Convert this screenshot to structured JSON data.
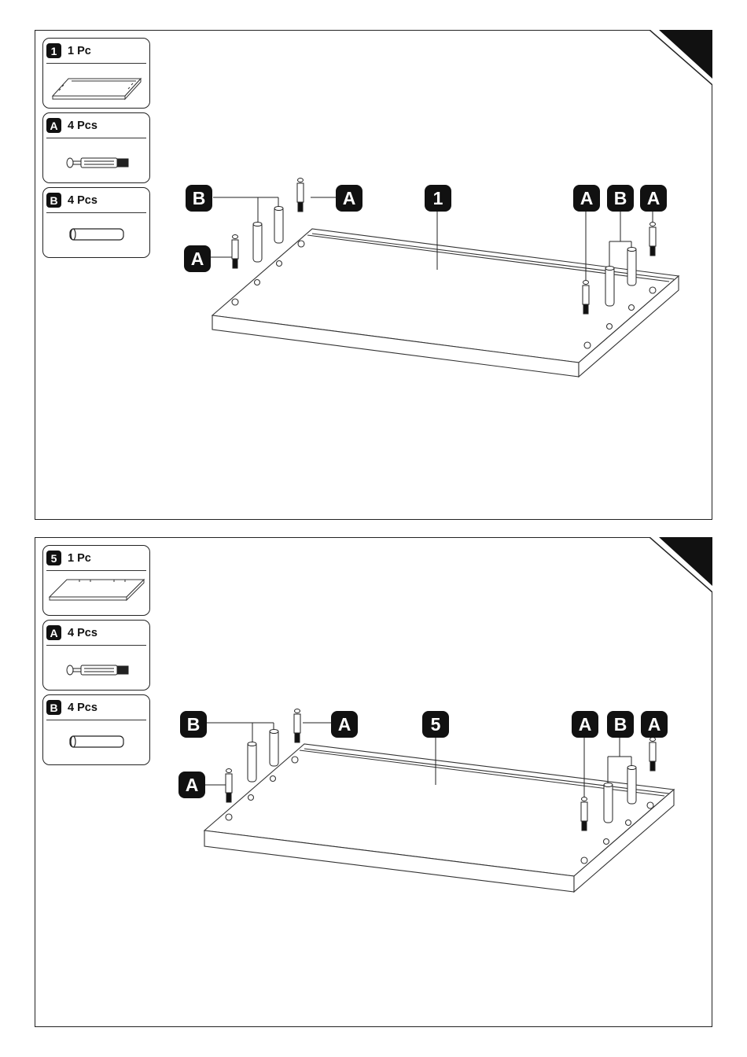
{
  "steps": [
    {
      "parts": [
        {
          "id": "1",
          "qty": "1 Pc",
          "icon": "panel-part-icon"
        },
        {
          "id": "A",
          "qty": "4 Pcs",
          "icon": "cam-bolt-icon"
        },
        {
          "id": "B",
          "qty": "4 Pcs",
          "icon": "dowel-icon"
        }
      ],
      "labels": {
        "panel": "1",
        "cam": "A",
        "dowel": "B"
      }
    },
    {
      "parts": [
        {
          "id": "5",
          "qty": "1 Pc",
          "icon": "panel-part-icon"
        },
        {
          "id": "A",
          "qty": "4 Pcs",
          "icon": "cam-bolt-icon"
        },
        {
          "id": "B",
          "qty": "4 Pcs",
          "icon": "dowel-icon"
        }
      ],
      "labels": {
        "panel": "5",
        "cam": "A",
        "dowel": "B"
      }
    }
  ]
}
